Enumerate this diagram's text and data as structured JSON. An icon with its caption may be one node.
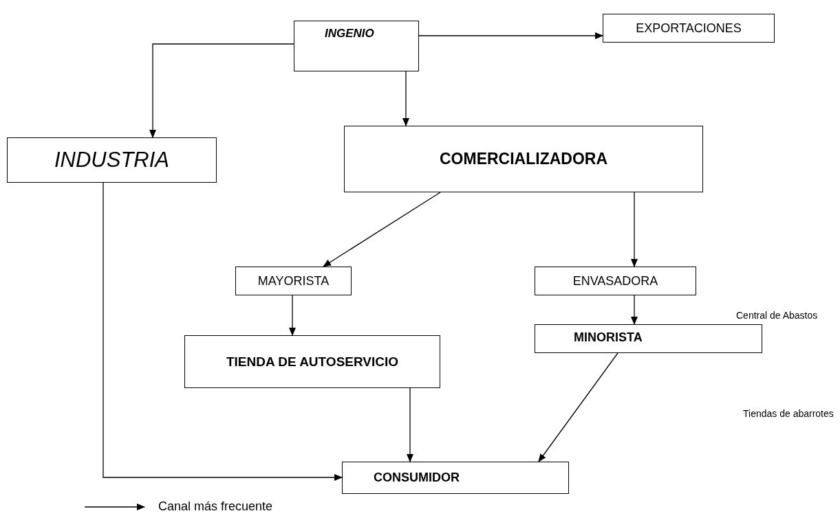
{
  "diagram": {
    "nodes": [
      {
        "text": [
          "INGENIO"
        ]
      },
      {
        "text": [
          "EXPORTACIONES"
        ]
      },
      {
        "text": [
          "INDUSTRIA"
        ]
      },
      {
        "text": [
          "COMERCIALIZADORA"
        ]
      },
      {
        "text": [
          "MAYORISTA"
        ]
      },
      {
        "text": [
          "ENVASADORA"
        ]
      },
      {
        "text": [
          "TIENDA DE AUTOSERVICIO"
        ]
      },
      {
        "text": [
          "MINORISTA"
        ]
      },
      {
        "text": [
          "CONSUMIDOR"
        ]
      }
    ],
    "edges": [
      {
        "from": 0,
        "to": 1,
        "arrow": "to"
      },
      {
        "from": 0,
        "to": 2,
        "arrow": "to"
      },
      {
        "from": 0,
        "to": 3,
        "arrow": "to"
      },
      {
        "from": 3,
        "to": 4,
        "arrow": "to"
      },
      {
        "from": 3,
        "to": 5,
        "arrow": "to"
      },
      {
        "from": 4,
        "to": 6,
        "arrow": "to"
      },
      {
        "from": 5,
        "to": 7,
        "arrow": "to"
      },
      {
        "from": 6,
        "to": 8,
        "arrow": "to"
      },
      {
        "from": 7,
        "to": 8,
        "arrow": "to"
      },
      {
        "from": 2,
        "to": 8,
        "arrow": "to"
      }
    ],
    "labels": [
      "Central de Abastos",
      "Tiendas de abarrotes"
    ],
    "legend": [
      {
        "text": "Canal más frecuente"
      }
    ]
  }
}
